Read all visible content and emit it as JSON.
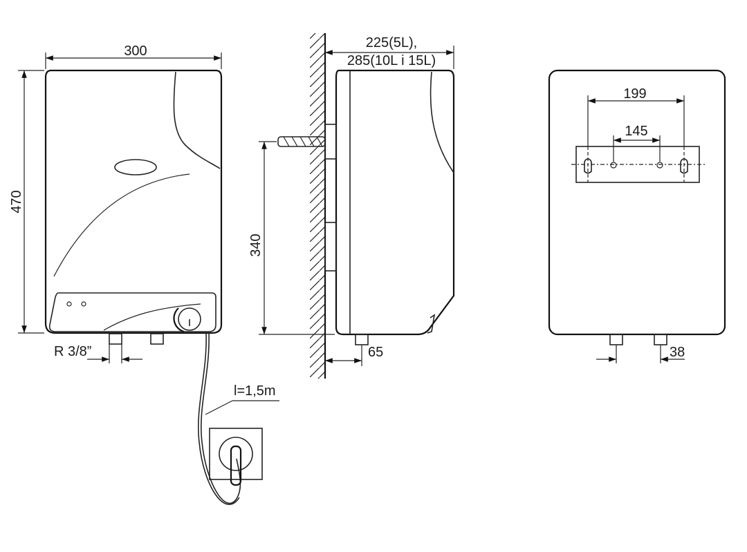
{
  "dimensions": {
    "width": "300",
    "height": "470",
    "depth_5l": "225(5L),",
    "depth_10_15l": "285(10L i 15L)",
    "mount_height": "340",
    "pipe_offset": "65",
    "pipe_spacing": "38",
    "bracket_outer": "199",
    "bracket_inner": "145",
    "thread": "R 3/8”",
    "cable_length": "l=1,5m"
  },
  "colors": {
    "line": "#111111",
    "background": "#ffffff"
  }
}
